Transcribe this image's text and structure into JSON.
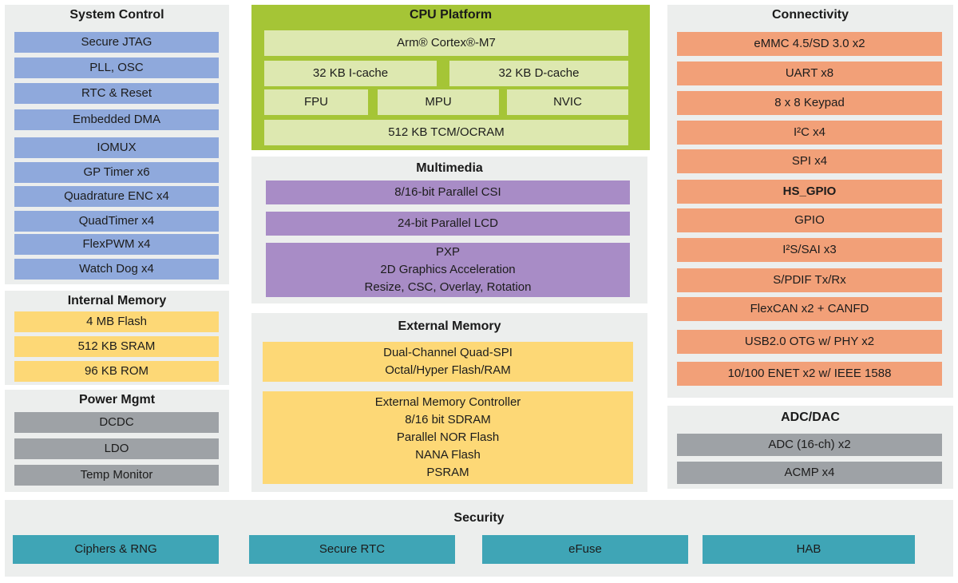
{
  "system_control": {
    "title": "System Control",
    "items": [
      "Secure JTAG",
      "PLL, OSC",
      "RTC & Reset",
      "Embedded DMA",
      "IOMUX",
      "GP Timer x6",
      "Quadrature ENC x4",
      "QuadTimer x4",
      "FlexPWM x4",
      "Watch Dog x4"
    ]
  },
  "internal_memory": {
    "title": "Internal Memory",
    "items": [
      "4 MB Flash",
      "512 KB SRAM",
      "96 KB ROM"
    ]
  },
  "power_mgmt": {
    "title": "Power Mgmt",
    "items": [
      "DCDC",
      "LDO",
      "Temp Monitor"
    ]
  },
  "cpu_platform": {
    "title": "CPU Platform",
    "core": "Arm® Cortex®-M7",
    "icache": "32 KB I-cache",
    "dcache": "32 KB D-cache",
    "fpu": "FPU",
    "mpu": "MPU",
    "nvic": "NVIC",
    "tcm": "512 KB TCM/OCRAM"
  },
  "multimedia": {
    "title": "Multimedia",
    "items": [
      "8/16-bit Parallel CSI",
      "24-bit Parallel LCD",
      "PXP\n2D Graphics Acceleration\nResize, CSC, Overlay, Rotation"
    ]
  },
  "external_memory": {
    "title": "External Memory",
    "items": [
      "Dual-Channel Quad-SPI\nOctal/Hyper Flash/RAM",
      "External Memory Controller\n8/16 bit SDRAM\nParallel NOR Flash\nNANA Flash\nPSRAM"
    ]
  },
  "connectivity": {
    "title": "Connectivity",
    "items": [
      "eMMC 4.5/SD 3.0 x2",
      "UART x8",
      "8 x 8 Keypad",
      "I²C x4",
      "SPI  x4",
      "HS_GPIO",
      "GPIO",
      "I²S/SAI x3",
      "S/PDIF Tx/Rx",
      "FlexCAN x2 + CANFD",
      "USB2.0 OTG w/ PHY x2",
      "10/100 ENET x2 w/ IEEE 1588"
    ]
  },
  "adc_dac": {
    "title": "ADC/DAC",
    "items": [
      "ADC (16-ch) x2",
      "ACMP x4"
    ]
  },
  "security": {
    "title": "Security",
    "items": [
      "Ciphers & RNG",
      "Secure RTC",
      "eFuse",
      "HAB"
    ]
  },
  "colors": {
    "system_control": "#8fa9dc",
    "memory": "#fdd876",
    "power": "#9ea2a6",
    "cpu_border": "#a5c536",
    "cpu_blocks": "#dde8b0",
    "multimedia": "#a88cc6",
    "connectivity": "#f2a078",
    "security": "#3fa5b6",
    "panel_bg": "#eceeed"
  }
}
